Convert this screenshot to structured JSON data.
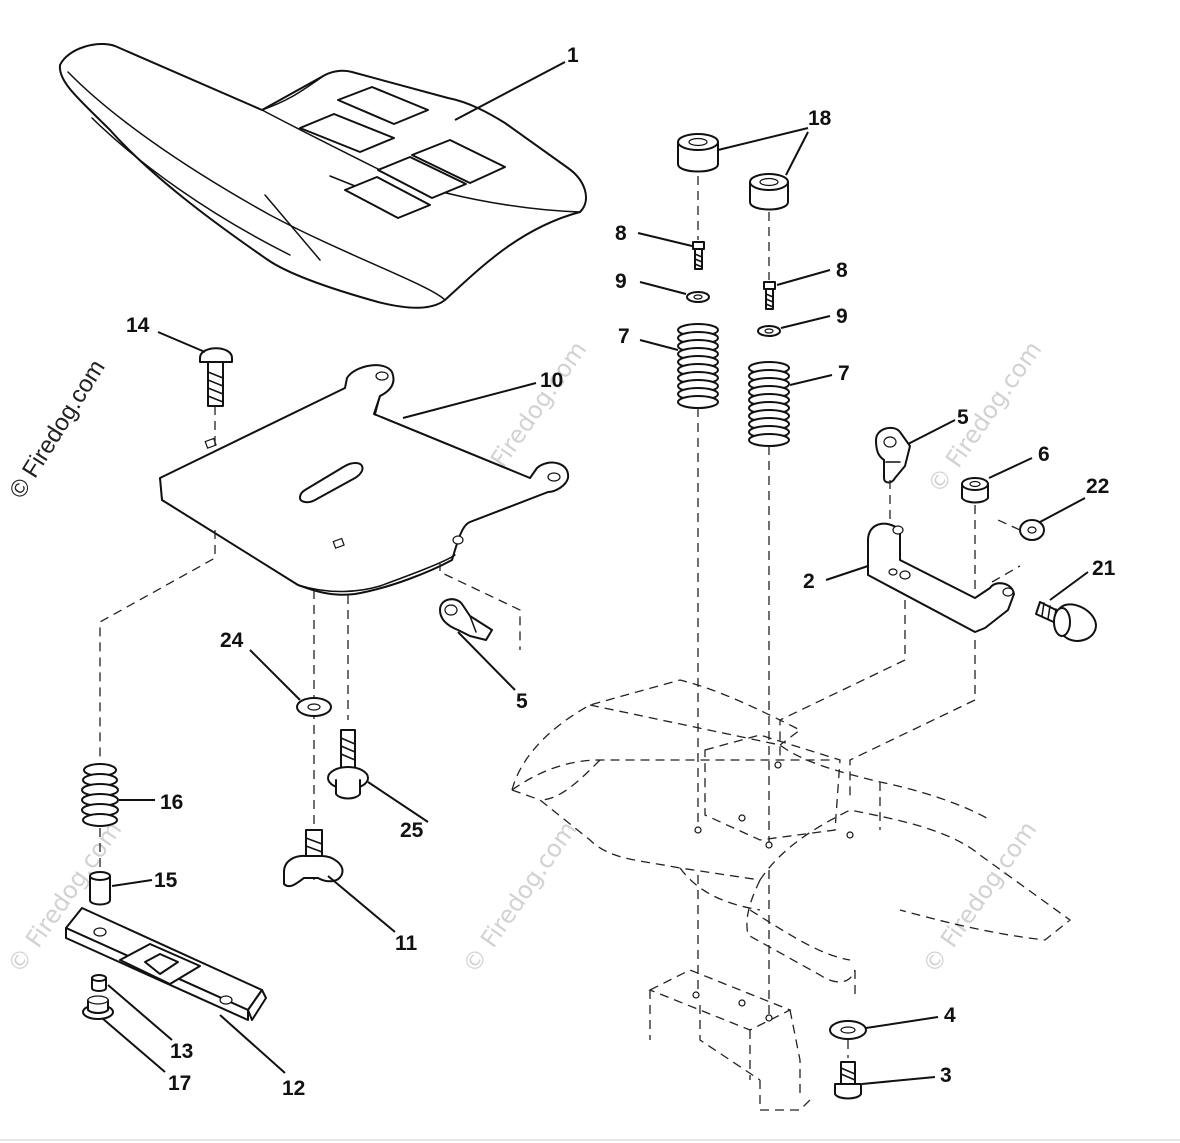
{
  "watermark": {
    "main": "© Firedog.com",
    "faint": "© Firedog.com"
  },
  "callouts": {
    "c1": "1",
    "c18": "18",
    "c8a": "8",
    "c8b": "8",
    "c9a": "9",
    "c9b": "9",
    "c7a": "7",
    "c7b": "7",
    "c14": "14",
    "c10": "10",
    "c5a": "5",
    "c5b": "5",
    "c6": "6",
    "c22": "22",
    "c2": "2",
    "c21": "21",
    "c24": "24",
    "c16": "16",
    "c25": "25",
    "c15": "15",
    "c11": "11",
    "c13": "13",
    "c12": "12",
    "c17": "17",
    "c4": "4",
    "c3": "3"
  }
}
